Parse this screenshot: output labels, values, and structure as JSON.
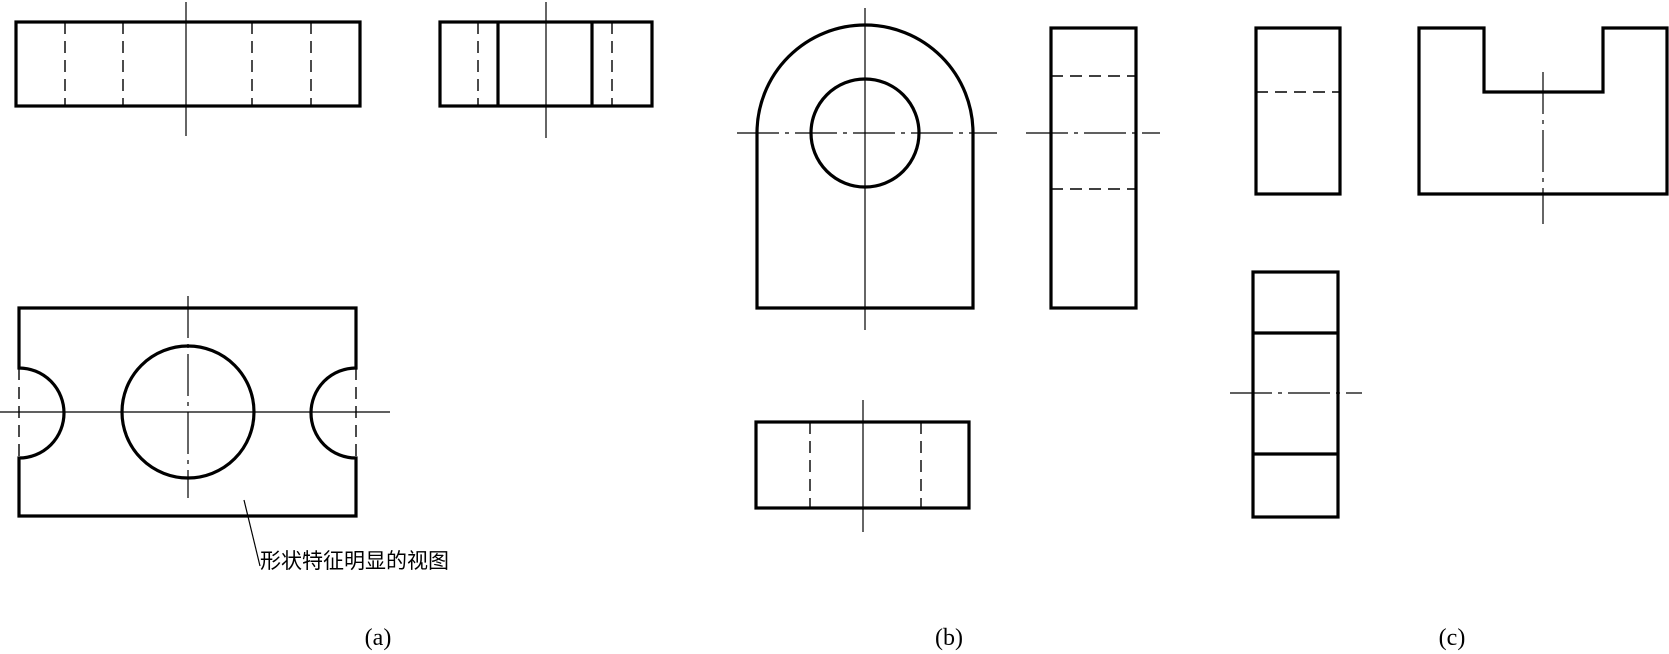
{
  "annotation": "形状特征明显的视图",
  "captions": {
    "a": "(a)",
    "b": "(b)",
    "c": "(c)"
  }
}
